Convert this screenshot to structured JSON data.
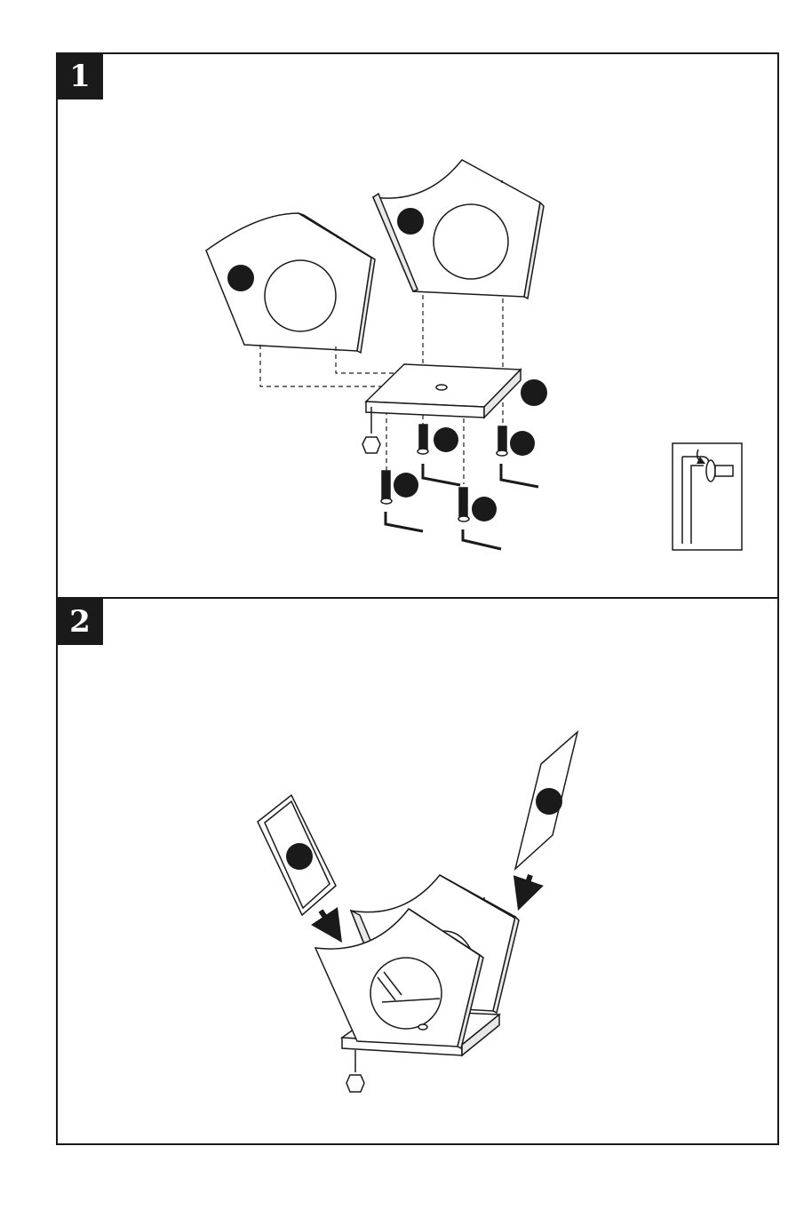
{
  "steps": [
    {
      "number": "1"
    },
    {
      "number": "2"
    }
  ],
  "colors": {
    "ink": "#1a1a1a",
    "paper": "#ffffff"
  },
  "icons": {
    "step1": [
      "side-panel-left",
      "side-panel-right",
      "base-board",
      "bolt",
      "allen-key",
      "hanging-ball",
      "tighten-instruction-inset"
    ],
    "step2": [
      "front-panel",
      "back-panel",
      "down-arrow",
      "assembled-house",
      "hanging-ball"
    ]
  }
}
